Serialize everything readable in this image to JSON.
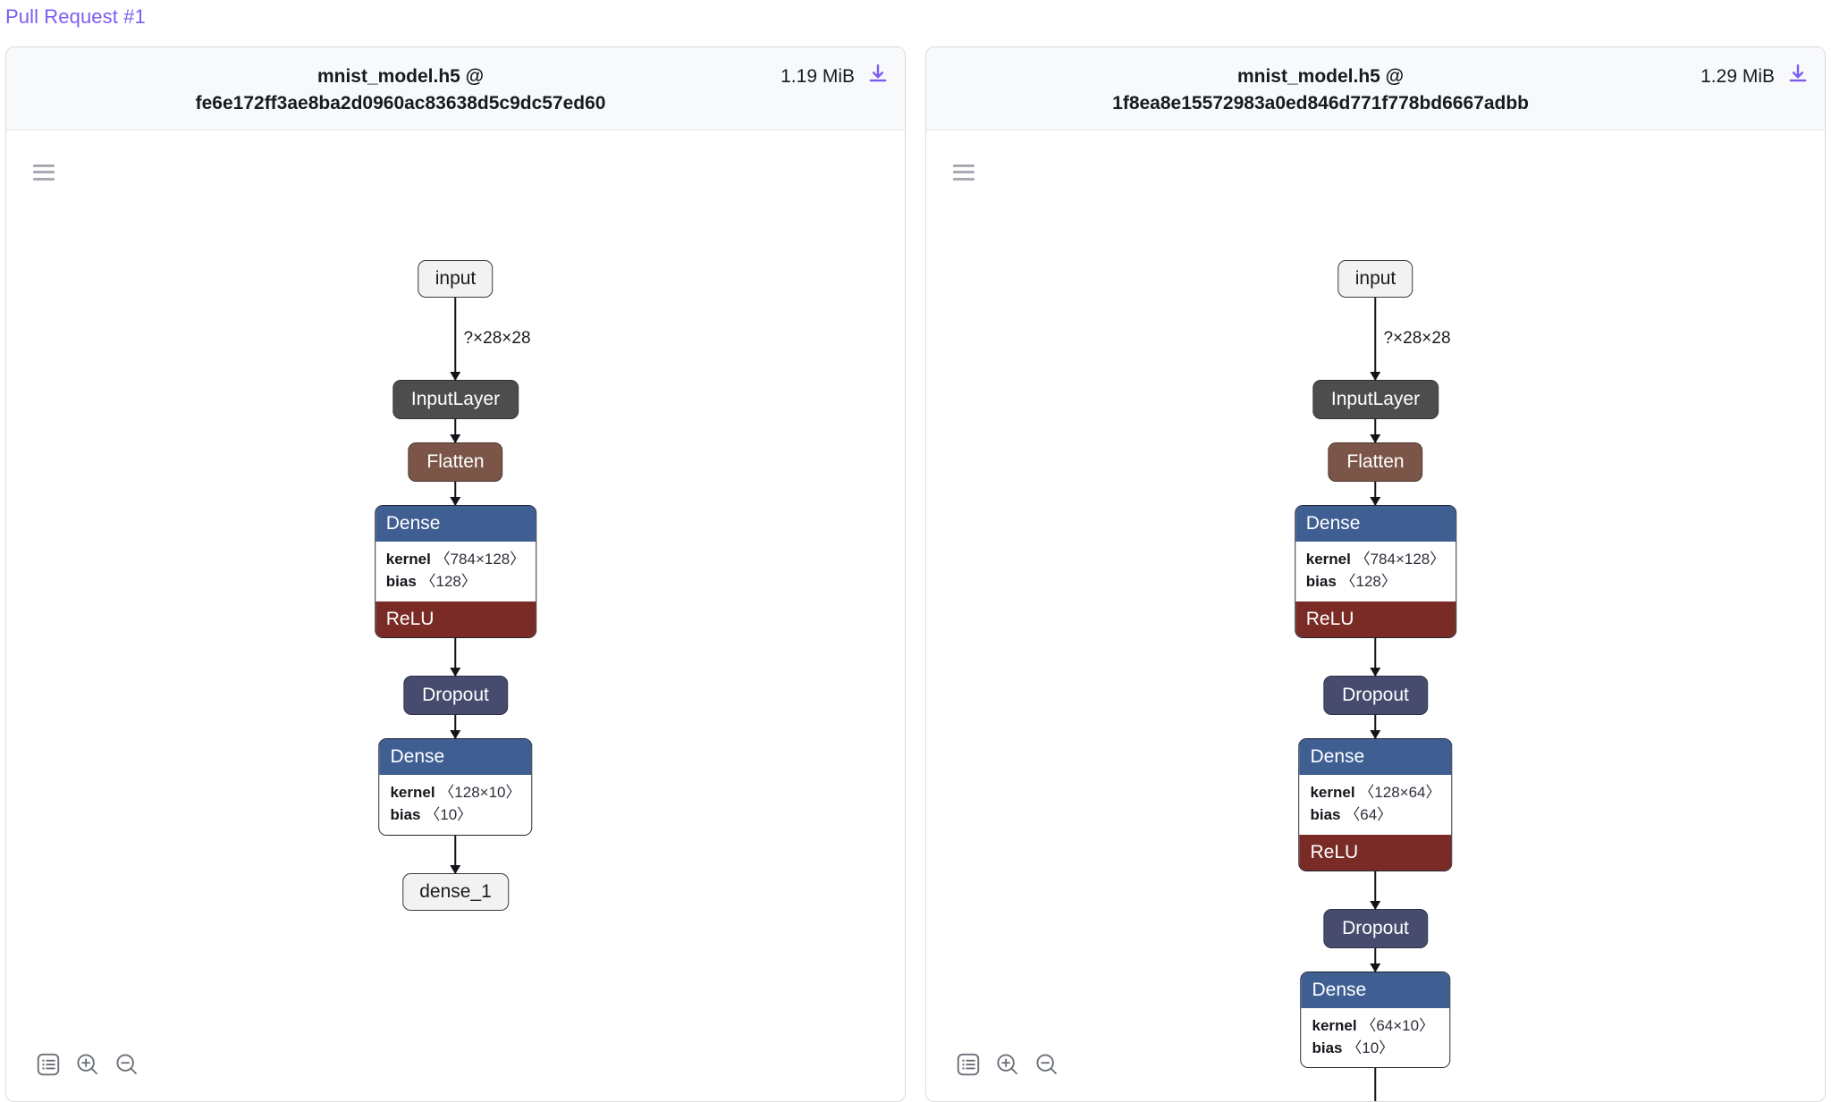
{
  "breadcrumb": {
    "label": "Pull Request #1"
  },
  "panels": [
    {
      "file_name": "mnist_model.h5 @",
      "commit_hash": "fe6e172ff3ae8ba2d0960ac83638d5c9dc57ed60",
      "size": "1.19 MiB",
      "download_icon": "download-icon",
      "menu_icon": "hamburger-menu-icon",
      "toolbar": [
        {
          "icon": "properties-list-icon",
          "name": "properties-button"
        },
        {
          "icon": "zoom-in-icon",
          "name": "zoom-in-button"
        },
        {
          "icon": "zoom-out-icon",
          "name": "zoom-out-button"
        }
      ],
      "graph": {
        "input_node": "input",
        "input_edge_label": "?×28×28",
        "output_node": "dense_1",
        "nodes": [
          {
            "kind": "pill",
            "color": "gray",
            "label": "InputLayer"
          },
          {
            "kind": "pill",
            "color": "brown",
            "label": "Flatten"
          },
          {
            "kind": "box",
            "header": "Dense",
            "kernel_label": "kernel",
            "kernel_dims": "〈784×128〉",
            "bias_label": "bias",
            "bias_dims": "〈128〉",
            "activation": "ReLU"
          },
          {
            "kind": "pill",
            "color": "navy",
            "label": "Dropout"
          },
          {
            "kind": "box",
            "header": "Dense",
            "kernel_label": "kernel",
            "kernel_dims": "〈128×10〉",
            "bias_label": "bias",
            "bias_dims": "〈10〉",
            "activation": ""
          }
        ]
      }
    },
    {
      "file_name": "mnist_model.h5 @",
      "commit_hash": "1f8ea8e15572983a0ed846d771f778bd6667adbb",
      "size": "1.29 MiB",
      "download_icon": "download-icon",
      "menu_icon": "hamburger-menu-icon",
      "toolbar": [
        {
          "icon": "properties-list-icon",
          "name": "properties-button"
        },
        {
          "icon": "zoom-in-icon",
          "name": "zoom-in-button"
        },
        {
          "icon": "zoom-out-icon",
          "name": "zoom-out-button"
        }
      ],
      "graph": {
        "input_node": "input",
        "input_edge_label": "?×28×28",
        "output_node": "",
        "nodes": [
          {
            "kind": "pill",
            "color": "gray",
            "label": "InputLayer"
          },
          {
            "kind": "pill",
            "color": "brown",
            "label": "Flatten"
          },
          {
            "kind": "box",
            "header": "Dense",
            "kernel_label": "kernel",
            "kernel_dims": "〈784×128〉",
            "bias_label": "bias",
            "bias_dims": "〈128〉",
            "activation": "ReLU"
          },
          {
            "kind": "pill",
            "color": "navy",
            "label": "Dropout"
          },
          {
            "kind": "box",
            "header": "Dense",
            "kernel_label": "kernel",
            "kernel_dims": "〈128×64〉",
            "bias_label": "bias",
            "bias_dims": "〈64〉",
            "activation": "ReLU"
          },
          {
            "kind": "pill",
            "color": "navy",
            "label": "Dropout"
          },
          {
            "kind": "box",
            "header": "Dense",
            "kernel_label": "kernel",
            "kernel_dims": "〈64×10〉",
            "bias_label": "bias",
            "bias_dims": "〈10〉",
            "activation": ""
          }
        ]
      }
    }
  ],
  "colors": {
    "accent": "#7c5cf0",
    "dense_header": "#3f5f93",
    "relu": "#7b2b26",
    "flatten": "#7a5548",
    "dropout": "#474b6e",
    "inputlayer": "#4d4d4d"
  }
}
